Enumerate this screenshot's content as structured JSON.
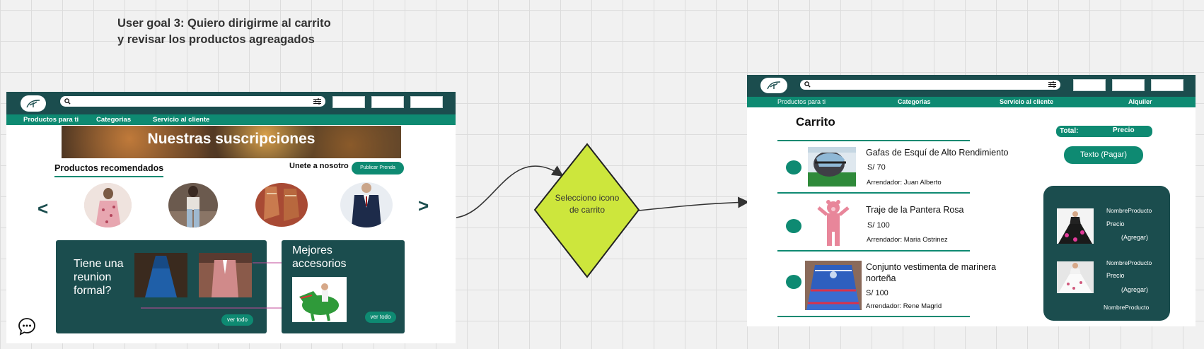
{
  "goal": {
    "line1": "User goal 3: Quiero dirigirme al carrito",
    "line2": "y revisar los productos agreagados"
  },
  "left_screen": {
    "nav": [
      "Productos para ti",
      "Categorias",
      "Servicio al cliente"
    ],
    "banner_title": "Nuestras suscripciones",
    "section_title": "Productos recomendados",
    "join_text": "Unete a nosotro",
    "publish_button": "Publicar Prenda",
    "prev_icon": "<",
    "next_icon": ">",
    "card1_text": "Tiene una reunion formal?",
    "card1_button": "ver todo",
    "card2_text": "Mejores accesorios",
    "card2_button": "ver todo"
  },
  "flow": {
    "decision_text": "Selecciono icono de carrito"
  },
  "right_screen": {
    "nav": [
      "Productos para ti",
      "Categorias",
      "Servicio al cliente",
      "Alquiler"
    ],
    "title": "Carrito",
    "total_label": "Total:",
    "total_value": "Precio",
    "pay_button": "Texto (Pagar)",
    "items": [
      {
        "name": "Gafas de Esquí de Alto Rendimiento",
        "price": "S/ 70",
        "seller": "Arrendador: Juan Alberto"
      },
      {
        "name": "Traje de la Pantera Rosa",
        "price": "S/ 100",
        "seller": "Arrendador: Maria Ostrinez"
      },
      {
        "name": "Conjunto vestimenta de marinera norteña",
        "price": "S/ 100",
        "seller": "Arrendador: Rene Magrid"
      }
    ],
    "reco": {
      "name1": "NombreProducto",
      "price1": "Precio",
      "add1": "(Agregar)",
      "name2": "NombreProducto",
      "price2": "Precio",
      "add2": "(Agregar)",
      "name3": "NombreProducto"
    }
  },
  "colors": {
    "dark_teal": "#1b4d4e",
    "accent_green": "#0e8a72",
    "decision_fill": "#cde63c"
  }
}
